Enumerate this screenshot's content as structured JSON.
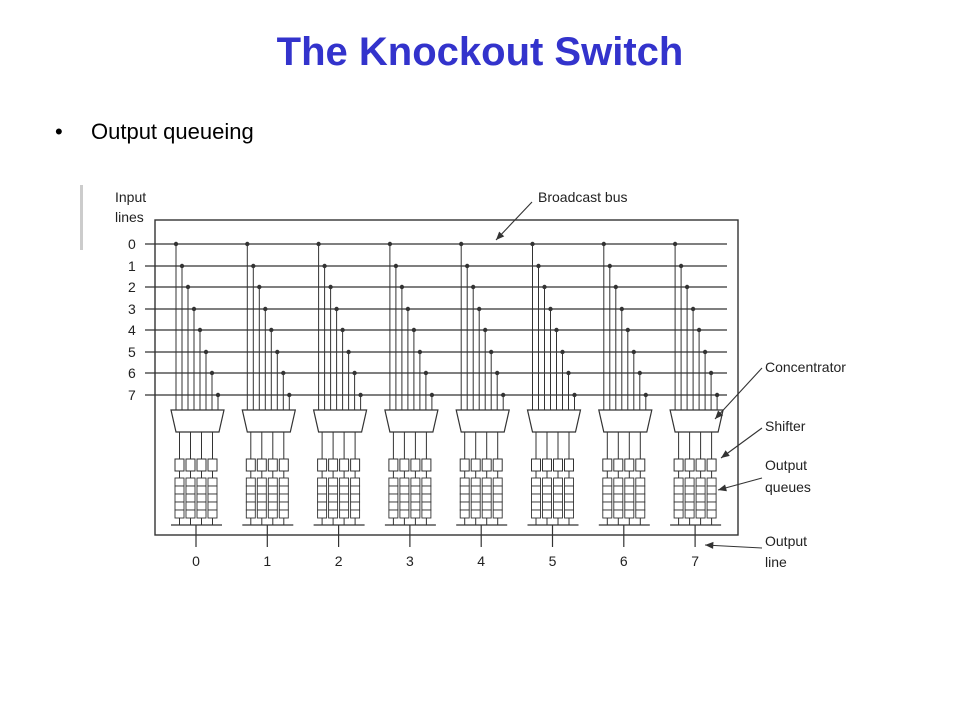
{
  "slide": {
    "title": "The Knockout Switch",
    "bullet": "Output queueing"
  },
  "diagram": {
    "input_lines_label": [
      "Input",
      "lines"
    ],
    "broadcast_bus_label": "Broadcast bus",
    "input_line_numbers": [
      "0",
      "1",
      "2",
      "3",
      "4",
      "5",
      "6",
      "7"
    ],
    "output_line_numbers": [
      "0",
      "1",
      "2",
      "3",
      "4",
      "5",
      "6",
      "7"
    ],
    "concentrator_label": "Concentrator",
    "shifter_label": "Shifter",
    "output_queues_label": [
      "Output",
      "queues"
    ],
    "output_line_label": [
      "Output",
      "line"
    ],
    "line_color": "#333333"
  }
}
